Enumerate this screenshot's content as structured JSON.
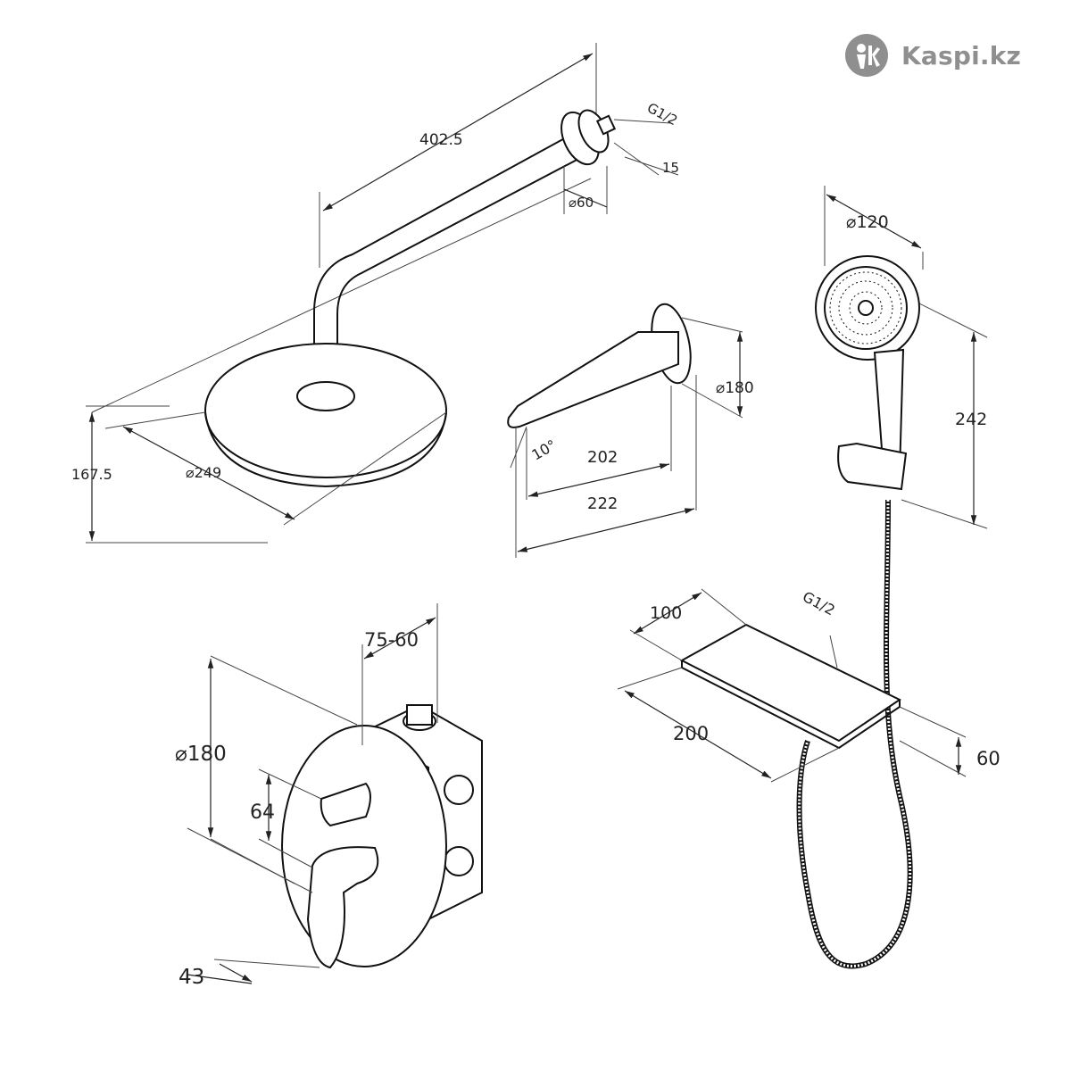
{
  "brand": {
    "name": "Kaspi.kz",
    "logo_icon": "kaspi-logo-icon",
    "color": "#8f8f8f"
  },
  "dimensions": {
    "head_arm_length": "402.5",
    "arm_thread": "G1/2",
    "arm_flange_depth": "15",
    "arm_flange_diameter": "⌀60",
    "head_height": "167.5",
    "head_diameter": "⌀249",
    "hand_shower_diameter": "⌀120",
    "hand_shower_length": "242",
    "spout_flange_diameter": "⌀180",
    "spout_angle": "10°",
    "spout_length_inner": "202",
    "spout_length_total": "222",
    "shelf_width": "100",
    "shelf_thread": "G1/2",
    "shelf_length": "200",
    "shelf_height": "60",
    "mixer_box_depth": "75-60",
    "mixer_plate_diameter": "⌀180",
    "mixer_knob_offset": "64",
    "mixer_lever_depth": "43"
  }
}
